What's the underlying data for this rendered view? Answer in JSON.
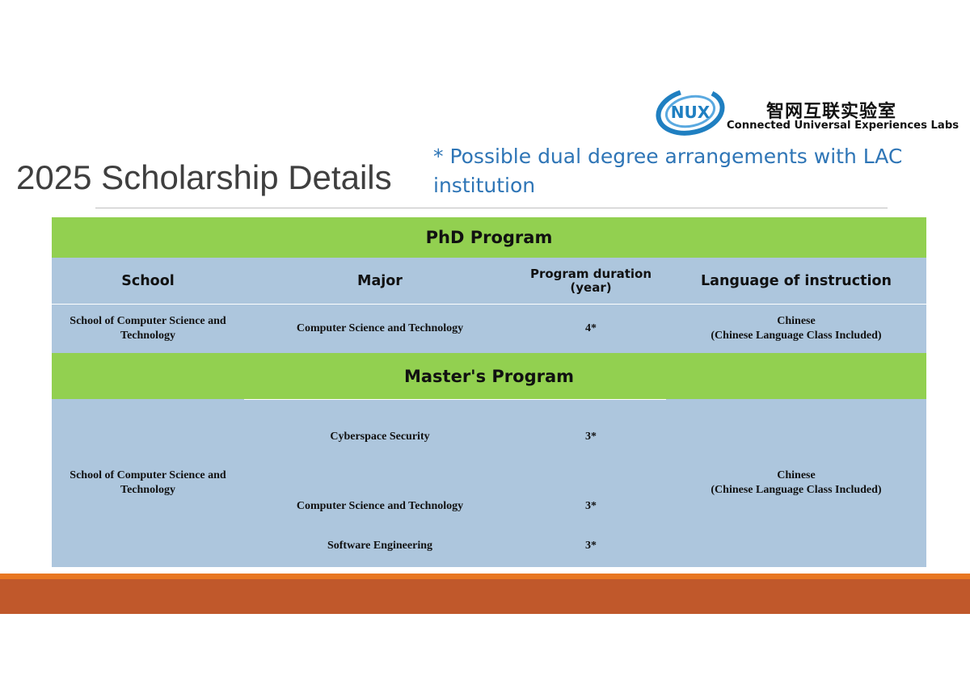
{
  "logo": {
    "mark_text": "NUX",
    "cn_name": "智网互联实验室",
    "en_name": "Connected Universal Experiences Labs",
    "colors": {
      "blue": "#1f7fc1",
      "dark": "#111111"
    }
  },
  "page": {
    "title": "2025 Scholarship Details",
    "note": "* Possible dual degree arrangements with LAC institution"
  },
  "table": {
    "phd": {
      "section_title": "PhD Program",
      "headers": {
        "school": "School",
        "major": "Major",
        "duration_line1": "Program duration",
        "duration_line2": "(year)",
        "language": "Language of instruction"
      },
      "row": {
        "school": "School of Computer Science and Technology",
        "major": "Computer Science and Technology",
        "duration": "4*",
        "language_line1": "Chinese",
        "language_line2": "(Chinese Language Class Included)"
      }
    },
    "masters": {
      "section_title": "Master's Program",
      "school": "School of Computer Science and Technology",
      "language_line1": "Chinese",
      "language_line2": "(Chinese Language Class Included)",
      "rows": [
        {
          "major": "Cyberspace Security",
          "duration": "3*"
        },
        {
          "major": "Computer Science and Technology",
          "duration": "3*"
        },
        {
          "major": "Software Engineering",
          "duration": "3*"
        }
      ]
    },
    "colors": {
      "section": "#92d050",
      "cell": "#adc6dd"
    }
  },
  "footer": {
    "colors": {
      "thin": "#e87722",
      "thick": "#c0582b"
    }
  }
}
